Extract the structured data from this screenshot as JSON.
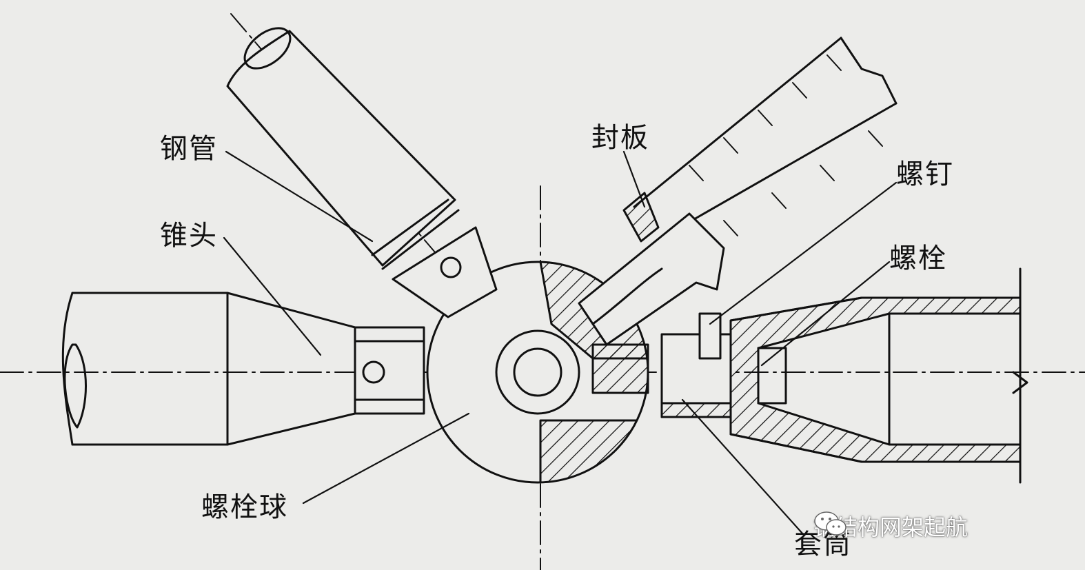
{
  "labels": {
    "steel_pipe": "钢管",
    "cone_head": "锥头",
    "bolt_ball": "螺栓球",
    "seal_plate": "封板",
    "screw": "螺钉",
    "bolt": "螺栓",
    "sleeve": "套筒"
  },
  "watermark": {
    "text": "钢结构网架起航",
    "icon": "wechat-icon"
  },
  "colors": {
    "ink": "#111111",
    "paper": "#ececea"
  }
}
